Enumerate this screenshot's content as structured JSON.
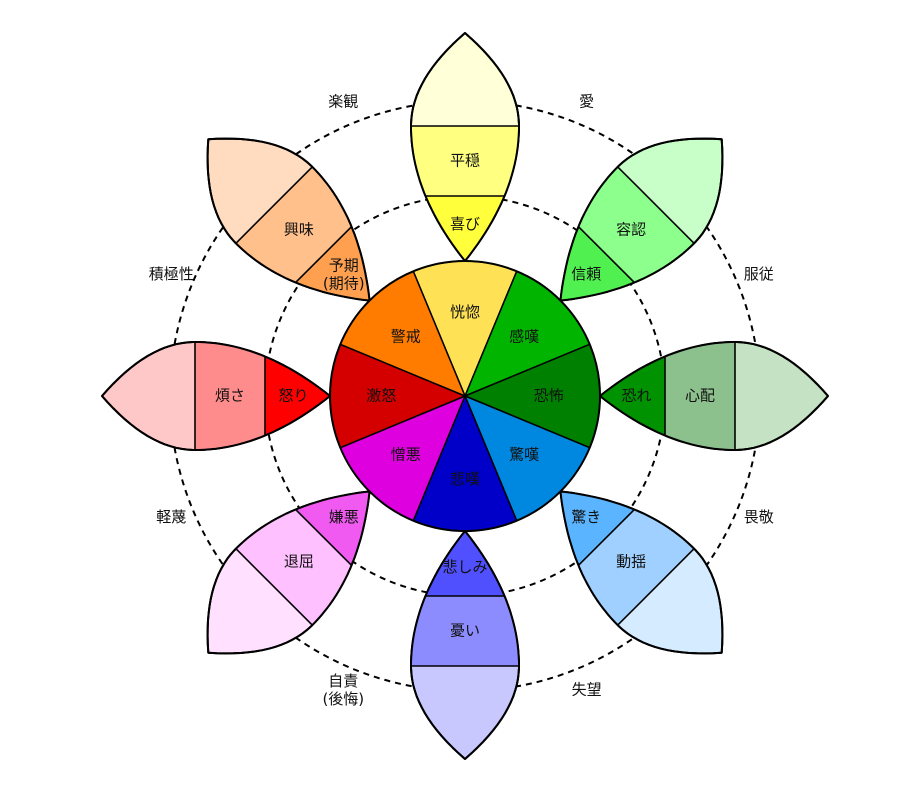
{
  "petals": [
    {
      "key": "top",
      "outer": "平穏",
      "middle": "喜び",
      "inner": "恍惚",
      "colors": [
        "#ffffd8",
        "#ffff80",
        "#ffff3c",
        "#ffe156"
      ]
    },
    {
      "key": "top-right",
      "outer": "容認",
      "middle": "信頼",
      "inner": "感嘆",
      "colors": [
        "#c8ffc8",
        "#8cff8c",
        "#50f050",
        "#00b400"
      ]
    },
    {
      "key": "right",
      "outer": "心配",
      "middle": "恐れ",
      "inner": "恐怖",
      "colors": [
        "#c5e2c5",
        "#8cc08c",
        "#009200",
        "#008000"
      ]
    },
    {
      "key": "bottom-right",
      "outer": "動揺",
      "middle": "驚き",
      "inner": "驚嘆",
      "colors": [
        "#d5ebff",
        "#a0d0ff",
        "#5ab4ff",
        "#0088e0"
      ]
    },
    {
      "key": "bottom",
      "outer": "憂い",
      "middle": "悲しみ",
      "inner": "悲嘆",
      "colors": [
        "#c8c8ff",
        "#8c8cff",
        "#5050ff",
        "#0000c8"
      ]
    },
    {
      "key": "bottom-left",
      "outer": "退屈",
      "middle": "嫌悪",
      "inner": "憎悪",
      "colors": [
        "#ffe0ff",
        "#ffc0ff",
        "#f05af0",
        "#de00de"
      ]
    },
    {
      "key": "left",
      "outer": "煩さ",
      "middle": "怒り",
      "inner": "激怒",
      "colors": [
        "#ffc8c8",
        "#ff8c8c",
        "#ff0000",
        "#d40000"
      ]
    },
    {
      "key": "top-left",
      "outer": "興味",
      "middle": "予期\n(期待)",
      "inner": "警戒",
      "colors": [
        "#ffdcc0",
        "#ffc08c",
        "#ffa050",
        "#ff7c00"
      ]
    }
  ],
  "dyads": [
    "愛",
    "服従",
    "畏敬",
    "失望",
    "自責\n(後悔)",
    "軽蔑",
    "積極性",
    "楽観"
  ]
}
